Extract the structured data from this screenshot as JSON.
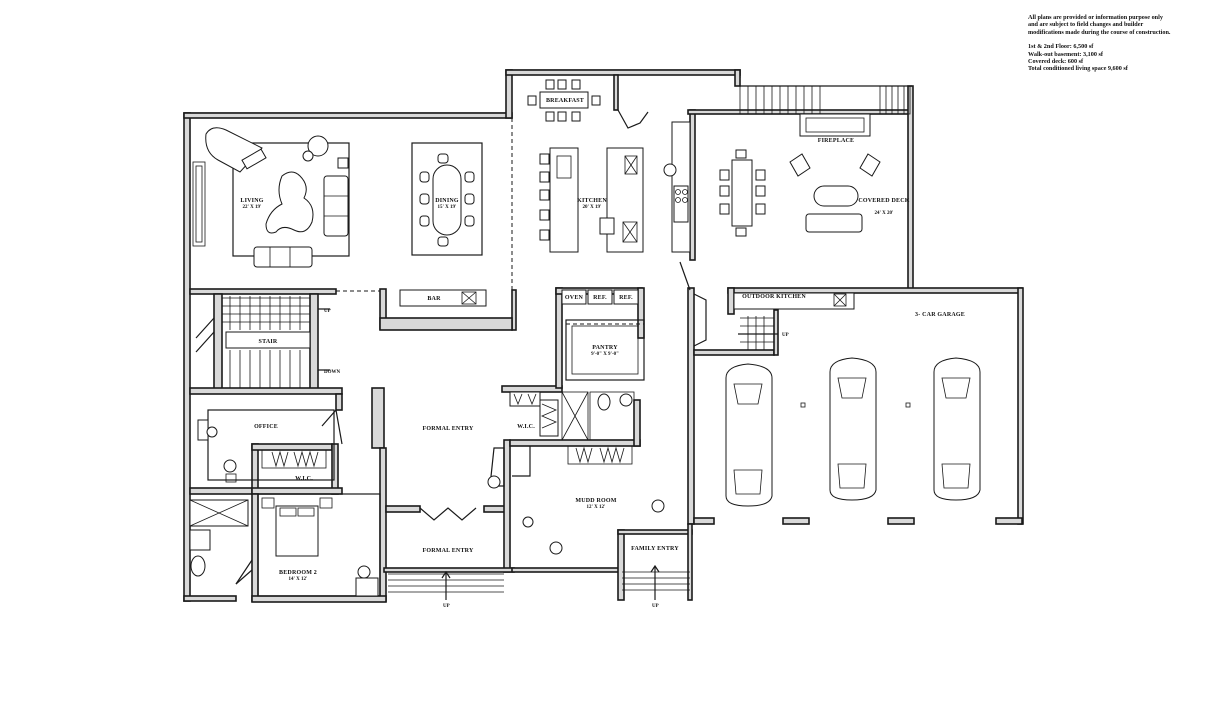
{
  "notes": {
    "disclaimer": [
      "All plans are provided or information purpose only",
      "and are subject to field changes and builder",
      "modifications made during the course of construction."
    ],
    "area_lines": [
      "1st & 2nd Floor: 6,500 sf",
      "Walk-out basement: 3,100 sf",
      "Covered deck: 600 sf",
      "Total conditioned living space 9,600 sf"
    ]
  },
  "rooms": {
    "living": {
      "name": "LIVING",
      "dims": "22' X 19'"
    },
    "dining": {
      "name": "DINING",
      "dims": "15' X 19'"
    },
    "breakfast": {
      "name": "BREAKFAST"
    },
    "kitchen": {
      "name": "KITCHEN",
      "dims": "20' X 19'"
    },
    "fireplace": {
      "name": "FIREPLACE"
    },
    "covered_deck": {
      "name": "COVERED DECK",
      "dims": "24' X 20'"
    },
    "bar": {
      "name": "BAR"
    },
    "oven": {
      "name": "OVEN"
    },
    "ref1": {
      "name": "REF."
    },
    "ref2": {
      "name": "REF."
    },
    "outdoor_kitchen": {
      "name": "OUTDOOR KITCHEN"
    },
    "garage": {
      "name": "3- CAR GARAGE"
    },
    "pantry": {
      "name": "PANTRY",
      "dims": "9'-0\" X 9'-0\""
    },
    "stair": {
      "name": "STAIR"
    },
    "office": {
      "name": "OFFICE"
    },
    "formal_entry_upper": {
      "name": "FORMAL ENTRY"
    },
    "formal_entry_lower": {
      "name": "FORMAL ENTRY"
    },
    "wic_upper": {
      "name": "W.I.C."
    },
    "wic_lower": {
      "name": "W.I.C."
    },
    "mudd_room": {
      "name": "MUDD ROOM",
      "dims": "12' X 12'"
    },
    "bedroom2": {
      "name": "BEDROOM 2",
      "dims": "14' X 12'"
    },
    "family_entry": {
      "name": "FAMILY ENTRY"
    }
  },
  "stair_labels": {
    "up_main": "UP",
    "down_main": "DOWN",
    "up_garage": "UP",
    "up_front": "UP",
    "up_family": "UP"
  }
}
